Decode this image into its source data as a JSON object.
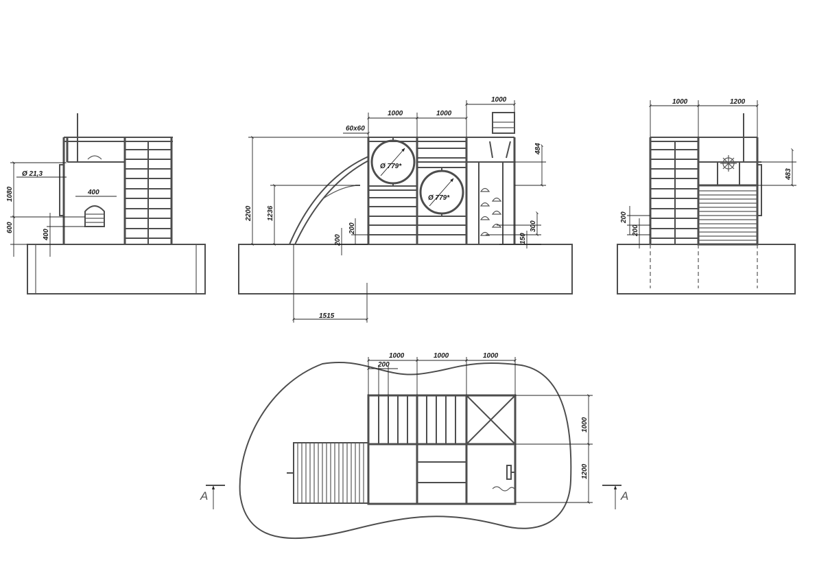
{
  "drawing": {
    "dimensions": {
      "side_left": {
        "pipe_dia": "Ø 21,3",
        "h_1080": "1080",
        "h_600": "600",
        "h_400": "400",
        "w_400": "400"
      },
      "front": {
        "profile": "60x60",
        "w_1000_a": "1000",
        "w_1000_b": "1000",
        "w_1000_c": "1000",
        "circle_a": "Ø 779*",
        "circle_b": "Ø 779*",
        "h_2200": "2200",
        "h_1236": "1236",
        "h_200_a": "200",
        "h_200_b": "200",
        "h_484": "484",
        "h_300": "300",
        "h_150": "150",
        "w_1515": "1515"
      },
      "side_right": {
        "w_1000": "1000",
        "w_1200": "1200",
        "h_483": "483",
        "h_200_a": "200",
        "h_200_b": "200"
      },
      "plan": {
        "w_1000_a": "1000",
        "w_1000_b": "1000",
        "w_1000_c": "1000",
        "w_200": "200",
        "h_1000": "1000",
        "h_1200": "1200"
      }
    },
    "section_marks": {
      "left": "A",
      "right": "A"
    }
  }
}
